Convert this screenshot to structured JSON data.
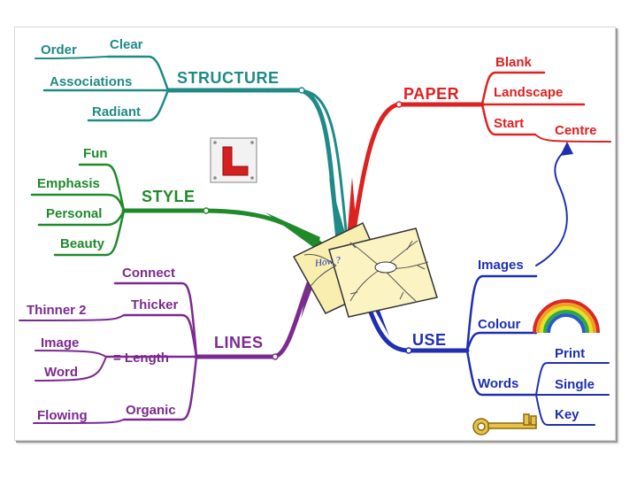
{
  "branches": {
    "structure": {
      "label": "STRUCTURE",
      "color": "#1f8a86",
      "children": {
        "clear": "Clear",
        "order": "Order",
        "associations": "Associations",
        "radiant": "Radiant"
      }
    },
    "paper": {
      "label": "PAPER",
      "color": "#dd2222",
      "children": {
        "blank": "Blank",
        "landscape": "Landscape",
        "start": "Start",
        "centre": "Centre"
      }
    },
    "style": {
      "label": "STYLE",
      "color": "#1f8a2a",
      "children": {
        "fun": "Fun",
        "emphasis": "Emphasis",
        "personal": "Personal",
        "beauty": "Beauty"
      }
    },
    "lines": {
      "label": "LINES",
      "color": "#7b2a8f",
      "children": {
        "connect": "Connect",
        "thicker": "Thicker",
        "thinner": "Thinner 2",
        "length": "= Length",
        "image": "Image",
        "word": "Word",
        "organic": "Organic",
        "flowing": "Flowing"
      }
    },
    "use": {
      "label": "USE",
      "color": "#1f2fb0",
      "children": {
        "images": "Images",
        "colour": "Colour",
        "words": "Words",
        "print": "Print",
        "single": "Single",
        "key": "Key"
      }
    }
  },
  "icons": [
    "learner-plate-icon",
    "rainbow-icon",
    "key-icon",
    "mind-map-paper-icon"
  ]
}
